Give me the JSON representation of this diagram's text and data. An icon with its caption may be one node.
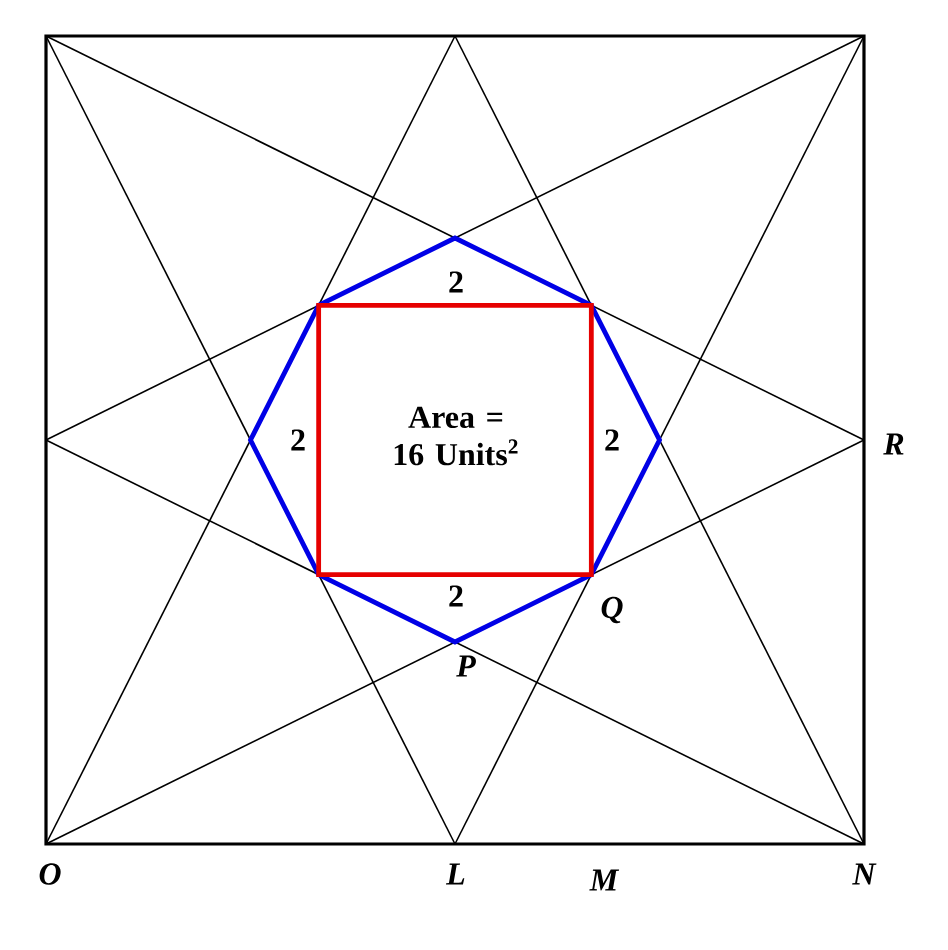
{
  "diagram": {
    "labels": [
      "2",
      "2",
      "Area = 16 Units$^{2}$",
      "2",
      "R",
      "2",
      "Q",
      "P",
      "O",
      "L",
      "M",
      "N"
    ]
  }
}
